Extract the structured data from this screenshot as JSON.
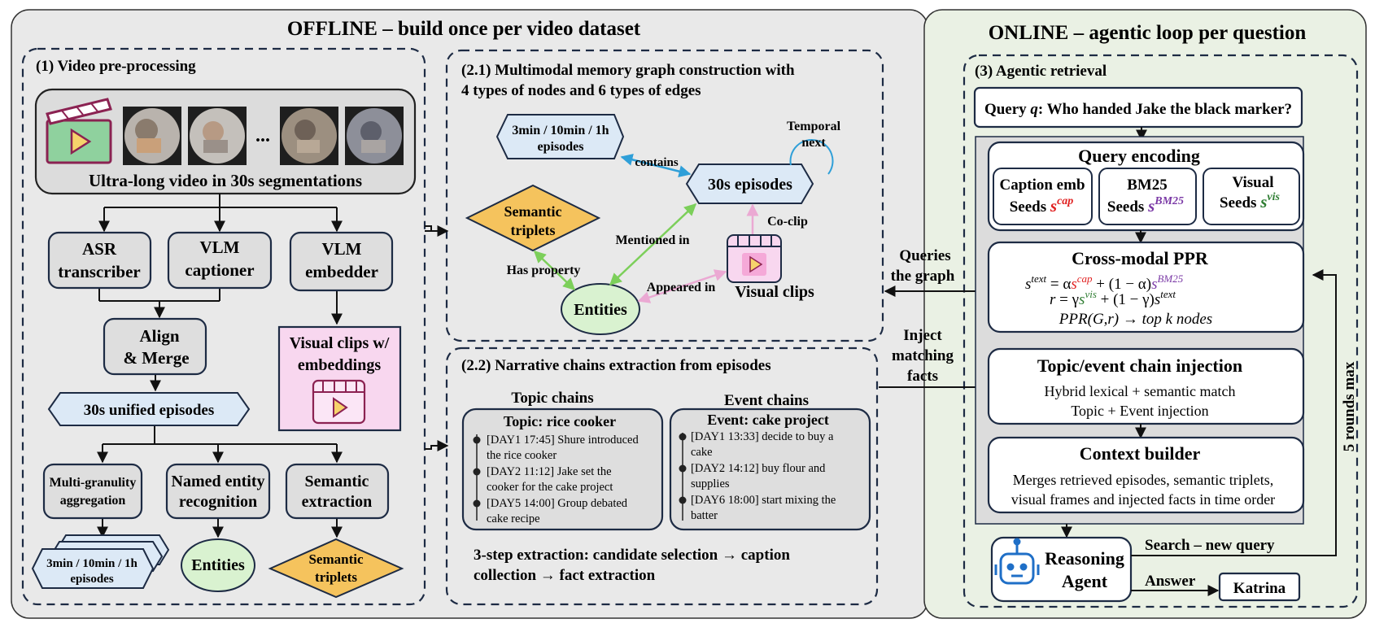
{
  "offline": {
    "title": "OFFLINE – build once per video dataset",
    "preprocessing": {
      "title": "(1) Video pre-processing",
      "video_label": "Ultra-long video in 30s segmentations",
      "dots": "...",
      "asr_line1": "ASR",
      "asr_line2": "transcriber",
      "captioner_line1": "VLM",
      "captioner_line2": "captioner",
      "embedder_line1": "VLM",
      "embedder_line2": "embedder",
      "align_line1": "Align",
      "align_line2": "& Merge",
      "visual_clips_line1": "Visual clips w/",
      "visual_clips_line2": "embeddings",
      "unified": "30s unified episodes",
      "multi_line1": "Multi-granulity",
      "multi_line2": "aggregation",
      "ner_line1": "Named entity",
      "ner_line2": "recognition",
      "semext_line1": "Semantic",
      "semext_line2": "extraction",
      "episodes_line1": "3min / 10min / 1h",
      "episodes_line2": "episodes",
      "entities": "Entities",
      "triplets_line1": "Semantic",
      "triplets_line2": "triplets"
    },
    "graph": {
      "title_line1": "(2.1) Multimodal memory graph construction with",
      "title_line2": "4 types of nodes and 6 types of edges",
      "episodes_line1": "3min / 10min / 1h",
      "episodes_line2": "episodes",
      "contains": "contains",
      "thirty": "30s episodes",
      "temporal_line1": "Temporal",
      "temporal_line2": "next",
      "triplets_line1": "Semantic",
      "triplets_line2": "triplets",
      "mentioned": "Mentioned in",
      "coclip": "Co-clip",
      "has_property": "Has property",
      "appeared": "Appeared in",
      "entities": "Entities",
      "visual_clips": "Visual clips"
    },
    "narrative": {
      "title": "(2.2) Narrative chains extraction from episodes",
      "topic_header": "Topic chains",
      "event_header": "Event chains",
      "topic_title": "Topic: rice cooker",
      "topic_items": [
        [
          "[DAY1 17:45] Shure introduced",
          "the rice cooker"
        ],
        [
          "[DAY2 11:12] Jake set the",
          "cooker for the cake project"
        ],
        [
          "[DAY5 14:00] Group debated",
          "cake recipe"
        ]
      ],
      "event_title": "Event: cake project",
      "event_items": [
        [
          "[DAY1 13:33] decide to buy a",
          "cake"
        ],
        [
          "[DAY2 14:12] buy flour and",
          "supplies"
        ],
        [
          "[DAY6 18:00] start mixing the",
          "batter"
        ]
      ],
      "steps_line1": "3-step extraction: candidate selection → caption",
      "steps_line2": "collection → fact extraction"
    }
  },
  "online": {
    "title": "ONLINE – agentic loop per question",
    "retrieval_title": "(3) Agentic retrieval",
    "query_label": "Query",
    "query_var": "q",
    "query_text": ": Who handed Jake the black marker?",
    "encoding_title": "Query encoding",
    "caption_line1": "Caption emb",
    "caption_line2": "Seeds",
    "bm25_line1": "BM25",
    "bm25_line2": "Seeds",
    "visual_line1": "Visual",
    "visual_line2": "Seeds",
    "sup_cap": "cap",
    "sup_bm25": "BM25",
    "sup_vis": "vis",
    "sup_text": "text",
    "ppr_title": "Cross-modal PPR",
    "ppr_line3": "PPR(G,r) → top k nodes",
    "injection_title": "Topic/event chain injection",
    "injection_line1": "Hybrid lexical + semantic match",
    "injection_line2": "Topic + Event injection",
    "context_title": "Context builder",
    "context_line1": "Merges retrieved episodes, semantic triplets,",
    "context_line2": "visual frames and injected facts in time order",
    "agent_line1": "Reasoning",
    "agent_line2": "Agent",
    "search_label": "Search – new query",
    "answer_label": "Answer",
    "answer_value": "Katrina",
    "rounds": "5 rounds max"
  },
  "connectors": {
    "queries_line1": "Queries",
    "queries_line2": "the graph",
    "inject_line1": "Inject",
    "inject_line2": "matching",
    "inject_line3": "facts"
  },
  "colors": {
    "offline_bg": "#e9e9e9",
    "online_bg": "#eaf1e4",
    "gray_box": "#dedede",
    "blue_node": "#dce9f6",
    "yellow_node": "#f5c35d",
    "green_node": "#d9f2d0",
    "pink_node": "#f8d7ef",
    "edge_blue": "#2f9fd8",
    "edge_green": "#7ccf5a",
    "edge_pink": "#eba9d3",
    "red": "#e02020",
    "purple": "#7b3aa6",
    "dark_green": "#2e7d32"
  }
}
